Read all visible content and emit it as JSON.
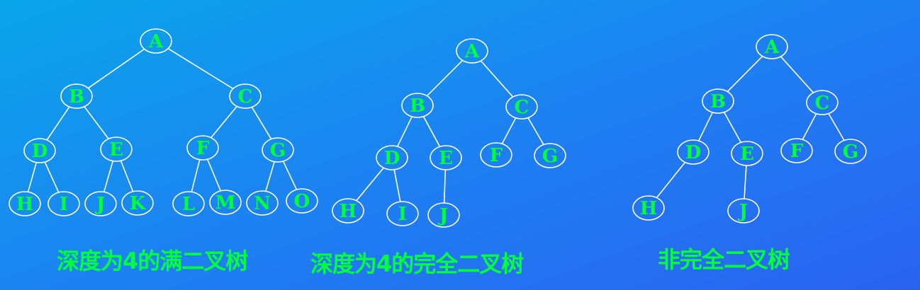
{
  "colors": {
    "label": "#00ff3c",
    "line": "#ffffff"
  },
  "trees": [
    {
      "name": "full",
      "caption": "深度为4的满二叉树",
      "nodes": [
        {
          "id": "A",
          "label": "A"
        },
        {
          "id": "B",
          "label": "B"
        },
        {
          "id": "C",
          "label": "C"
        },
        {
          "id": "D",
          "label": "D"
        },
        {
          "id": "E",
          "label": "E"
        },
        {
          "id": "F",
          "label": "F"
        },
        {
          "id": "G",
          "label": "G"
        },
        {
          "id": "H",
          "label": "H"
        },
        {
          "id": "I",
          "label": "I"
        },
        {
          "id": "J",
          "label": "J"
        },
        {
          "id": "K",
          "label": "K"
        },
        {
          "id": "L",
          "label": "L"
        },
        {
          "id": "M",
          "label": "M"
        },
        {
          "id": "N",
          "label": "N"
        },
        {
          "id": "O",
          "label": "O"
        }
      ],
      "edges": [
        [
          "A",
          "B"
        ],
        [
          "A",
          "C"
        ],
        [
          "B",
          "D"
        ],
        [
          "B",
          "E"
        ],
        [
          "C",
          "F"
        ],
        [
          "C",
          "G"
        ],
        [
          "D",
          "H"
        ],
        [
          "D",
          "I"
        ],
        [
          "E",
          "J"
        ],
        [
          "E",
          "K"
        ],
        [
          "F",
          "L"
        ],
        [
          "F",
          "M"
        ],
        [
          "G",
          "N"
        ],
        [
          "G",
          "O"
        ]
      ]
    },
    {
      "name": "complete",
      "caption": "深度为4的完全二叉树",
      "nodes": [
        {
          "id": "A",
          "label": "A"
        },
        {
          "id": "B",
          "label": "B"
        },
        {
          "id": "C",
          "label": "C"
        },
        {
          "id": "D",
          "label": "D"
        },
        {
          "id": "E",
          "label": "E"
        },
        {
          "id": "F",
          "label": "F"
        },
        {
          "id": "G",
          "label": "G"
        },
        {
          "id": "H",
          "label": "H"
        },
        {
          "id": "I",
          "label": "I"
        },
        {
          "id": "J",
          "label": "J"
        }
      ],
      "edges": [
        [
          "A",
          "B"
        ],
        [
          "A",
          "C"
        ],
        [
          "B",
          "D"
        ],
        [
          "B",
          "E"
        ],
        [
          "C",
          "F"
        ],
        [
          "C",
          "G"
        ],
        [
          "D",
          "H"
        ],
        [
          "D",
          "I"
        ],
        [
          "E",
          "J"
        ]
      ]
    },
    {
      "name": "non-complete",
      "caption": "非完全二叉树",
      "nodes": [
        {
          "id": "A",
          "label": "A"
        },
        {
          "id": "B",
          "label": "B"
        },
        {
          "id": "C",
          "label": "C"
        },
        {
          "id": "D",
          "label": "D"
        },
        {
          "id": "E",
          "label": "E"
        },
        {
          "id": "F",
          "label": "F"
        },
        {
          "id": "G",
          "label": "G"
        },
        {
          "id": "H",
          "label": "H"
        },
        {
          "id": "J",
          "label": "J"
        }
      ],
      "edges": [
        [
          "A",
          "B"
        ],
        [
          "A",
          "C"
        ],
        [
          "B",
          "D"
        ],
        [
          "B",
          "E"
        ],
        [
          "C",
          "F"
        ],
        [
          "C",
          "G"
        ],
        [
          "D",
          "H"
        ],
        [
          "E",
          "J"
        ]
      ]
    }
  ]
}
